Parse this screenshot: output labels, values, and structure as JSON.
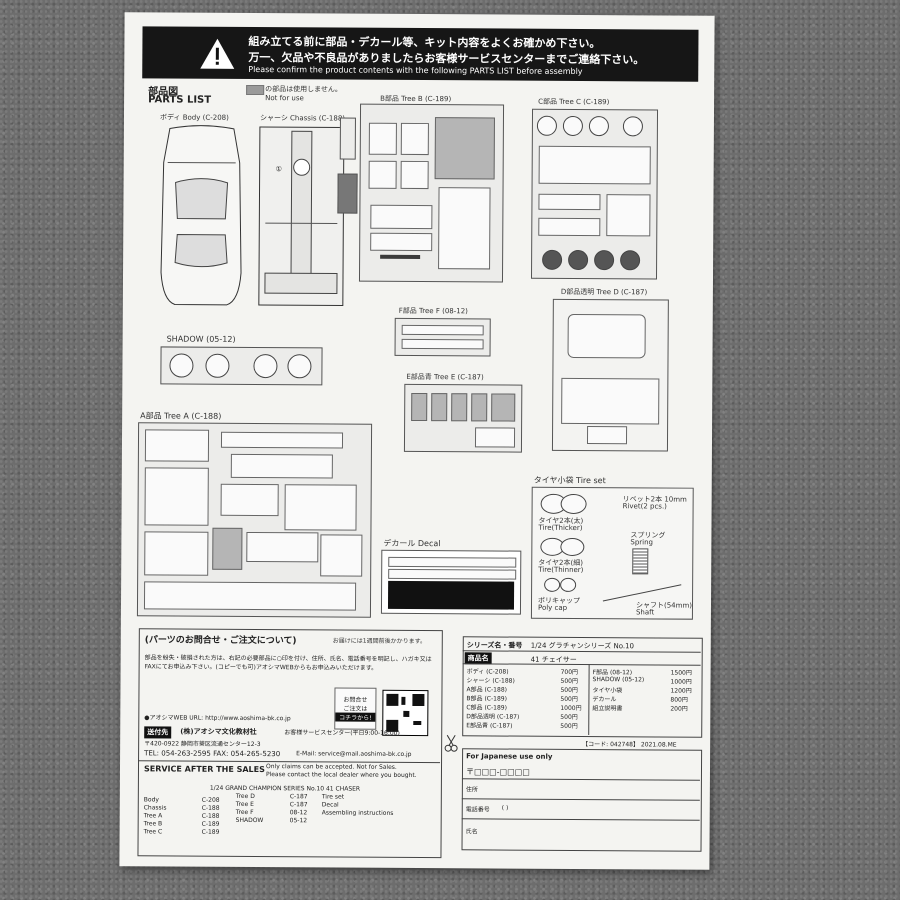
{
  "warning": {
    "line1": "組み立てる前に部品・デカール等、キット内容をよくお確かめ下さい。",
    "line2": "万一、欠品や不良品がありましたらお客様サービスセンターまでご連絡下さい。",
    "line3": "Please confirm the product contents with the following PARTS LIST before assembly"
  },
  "parts_list": {
    "title_jp": "部品図",
    "title_en": "PARTS LIST",
    "legend_jp": "の部品は使用しません。",
    "legend_en": "Not for use"
  },
  "trees": {
    "body": "ボディ Body (C-208)",
    "chassis": "シャーシ Chassis (C-188)",
    "tree_b": "B部品 Tree B (C-189)",
    "tree_c": "C部品 Tree C (C-189)",
    "shadow": "SHADOW (05-12)",
    "tree_f": "F部品 Tree F (08-12)",
    "tree_d": "D部品透明 Tree D (C-187)",
    "tree_e": "E部品青 Tree E (C-187)",
    "tree_a": "A部品 Tree A (C-188)",
    "decal": "デカール Decal",
    "tire_set": "タイヤ小袋 Tire set"
  },
  "tire_set_items": {
    "rivet": "リベット2本 10mm",
    "rivet_en": "Rivet(2 pcs.)",
    "tire_thick": "タイヤ2本(太)",
    "tire_thick_en": "Tire(Thicker)",
    "spring": "スプリング",
    "spring_en": "Spring",
    "tire_thin": "タイヤ2本(細)",
    "tire_thin_en": "Tire(Thinner)",
    "polycap": "ポリキャップ",
    "polycap_en": "Poly cap",
    "shaft": "シャフト(54mm)",
    "shaft_en": "Shaft"
  },
  "inquiry": {
    "title": "(パーツのお問合せ・ご注文について)",
    "note": "お届けには1週間前後かかります。",
    "body1": "部品を紛失・破損された方は、右記の必要部品に○印を付け、住所、氏名、電話番号を明記し、ハガキ又は",
    "body2": "FAXにてお申込み下さい。(コピーでも可)アオシマWEBからもお申込みいただけます。",
    "web": "●アオシマWEB URL: http://www.aoshima-bk.co.jp",
    "order_badge1": "お問合せ",
    "order_badge2": "ご注文は",
    "order_badge3": "コチラから!",
    "company": "(株)アオシマ文化教材社",
    "center": "お客様サービスセンター(平日9:00-16:00)",
    "address": "〒420-0922 静岡市葵区流通センター12-3",
    "phone": "TEL: 054-263-2595 FAX: 054-265-5230",
    "email": "E-Mail: service@mail.aoshima-bk.co.jp"
  },
  "after_sales": {
    "title": "SERVICE AFTER THE SALES",
    "note1": "Only claims can be accepted. Not for Sales.",
    "note2": "Please contact the local dealer where you bought.",
    "series": "1/24 GRAND CHAMPION SERIES No.10 41 CHASER",
    "col1": [
      {
        "name": "Body",
        "code": "C-208"
      },
      {
        "name": "Chassis",
        "code": "C-188"
      },
      {
        "name": "Tree A",
        "code": "C-188"
      },
      {
        "name": "Tree B",
        "code": "C-189"
      },
      {
        "name": "Tree C",
        "code": "C-189"
      }
    ],
    "col2": [
      {
        "name": "Tree D",
        "code": "C-187"
      },
      {
        "name": "Tree E",
        "code": "C-187"
      },
      {
        "name": "Tree F",
        "code": "08-12"
      },
      {
        "name": "SHADOW",
        "code": "05-12"
      }
    ],
    "col3": [
      "Tire set",
      "Decal",
      "Assembling instructions"
    ]
  },
  "order_form": {
    "series_label": "シリーズ名・番号",
    "series_value": "1/24 グラチャンシリーズ No.10",
    "product_label": "商品名",
    "product_value": "41 チェイサー",
    "left": [
      {
        "name": "ボディ (C-208)",
        "price": "700円"
      },
      {
        "name": "シャーシ (C-188)",
        "price": "500円"
      },
      {
        "name": "A部品 (C-188)",
        "price": "500円"
      },
      {
        "name": "B部品 (C-189)",
        "price": "500円"
      },
      {
        "name": "C部品 (C-189)",
        "price": "1000円"
      },
      {
        "name": "D部品透明 (C-187)",
        "price": "500円"
      },
      {
        "name": "E部品青 (C-187)",
        "price": "500円"
      }
    ],
    "right": [
      {
        "name": "F部品 (08-12)",
        "price": "1500円"
      },
      {
        "name": "SHADOW (05-12)",
        "price": "1000円"
      },
      {
        "name": "タイヤ小袋",
        "price": "1200円"
      },
      {
        "name": "デカール",
        "price": "800円"
      },
      {
        "name": "組立説明書",
        "price": "200円"
      }
    ],
    "code": "【コード: 042748】 2021.08.ME",
    "japan_only": "For Japanese use only",
    "postal": "〒□□□-□□□□",
    "address_label": "住所",
    "phone_label": "電話番号",
    "phone_parens": "(         )",
    "name_label": "氏名"
  },
  "side_labels": {
    "send_to": "送付先"
  }
}
